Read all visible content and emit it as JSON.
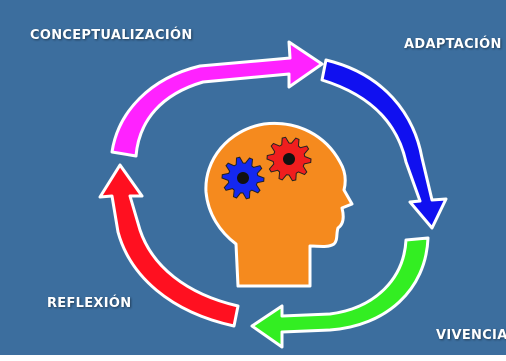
{
  "labels": {
    "conceptualizacion": "CONCEPTUALIZACIÓN",
    "adaptacion": "ADAPTACIÓN",
    "reflexion": "REFLEXIÓN",
    "vivencia": "VIVENCIA"
  },
  "colors": {
    "background": "#3c6e9e",
    "arrow_conceptualizacion": "#ff22ff",
    "arrow_adaptacion": "#1010f0",
    "arrow_vivencia": "#33ee22",
    "arrow_reflexion": "#ff1020",
    "head": "#f58a1e",
    "gear_blue": "#1428f0",
    "gear_red": "#f01e1e"
  },
  "icons": [
    "head-silhouette-icon",
    "blue-gear-icon",
    "red-gear-icon"
  ]
}
